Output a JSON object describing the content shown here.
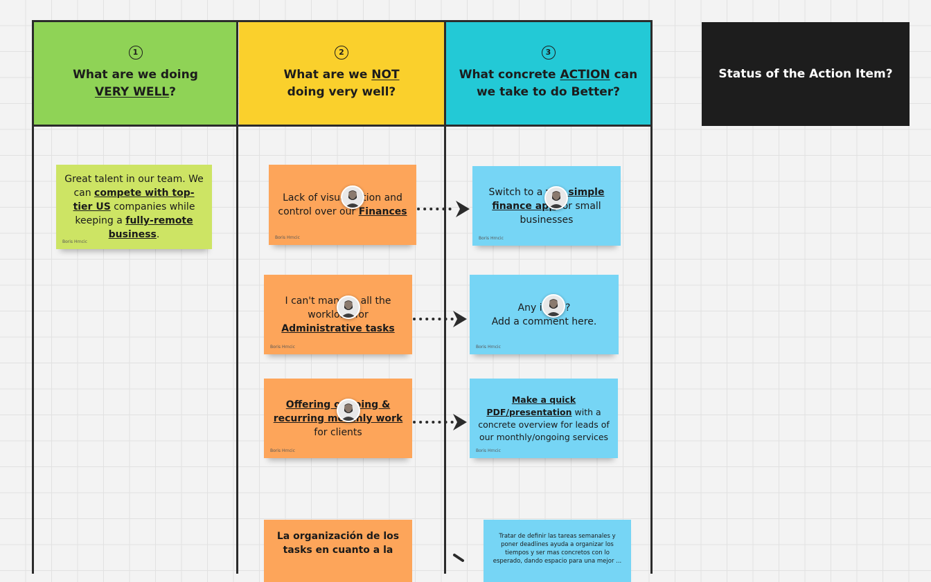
{
  "headers": [
    {
      "num": "1",
      "line1_a": "What are we doing",
      "line2_u": "VERY WELL",
      "line2_b": "?"
    },
    {
      "num": "2",
      "line1_a": "What are we ",
      "line1_u": "NOT",
      "line2_a": "doing very well?"
    },
    {
      "num": "3",
      "line1_a": "What concrete ",
      "line1_u": "ACTION",
      "line1_b": " can",
      "line2_a": "we take to do Better?"
    }
  ],
  "status_header": "Status of the Action Item?",
  "notes": {
    "well1": {
      "t1": "Great talent in our team. We can ",
      "b1": "compete with top-tier US",
      "t2": " companies while keeping a ",
      "b2": "fully-remote business",
      "t3": ".",
      "author": "Boris Hrncic"
    },
    "not1": {
      "t1": "Lack of visualization and control over our ",
      "b1": "Finances",
      "author": "Boris Hrncic"
    },
    "not2": {
      "t1": "I can't manage all the workload for ",
      "b1": "Administrative tasks",
      "author": "Boris Hrncic"
    },
    "not3": {
      "b1": "Offering ongoing & recurring monthly work",
      "t1": " for clients",
      "author": "Boris Hrncic"
    },
    "not4": {
      "b1": "La organización de los tasks en cuanto a la"
    },
    "act1": {
      "t1": "Switch to a ",
      "b1": "vey simple finance app",
      "t2": " for small businesses",
      "author": "Boris Hrncic"
    },
    "act2": {
      "t1": "Any ideas?",
      "t2": "Add a comment here.",
      "author": "Boris Hrncic"
    },
    "act3": {
      "b1": "Make a quick PDF/presentation",
      "t1": " with a concrete overview for leads of our monthly/ongoing services",
      "author": "Boris Hrncic"
    },
    "act4": {
      "t1": "Tratar de definir las tareas semanales y poner deadlines ayuda a organizar los tiempos y ser mas concretos con lo esperado, dando espacio para una mejor ..."
    }
  },
  "colors": {
    "green_header": "#8fd356",
    "yellow_header": "#fad02c",
    "cyan_header": "#23c9d6",
    "status_header": "#1d1d1d"
  },
  "icons": [
    "avatar-icon",
    "dotted-arrow-icon"
  ]
}
